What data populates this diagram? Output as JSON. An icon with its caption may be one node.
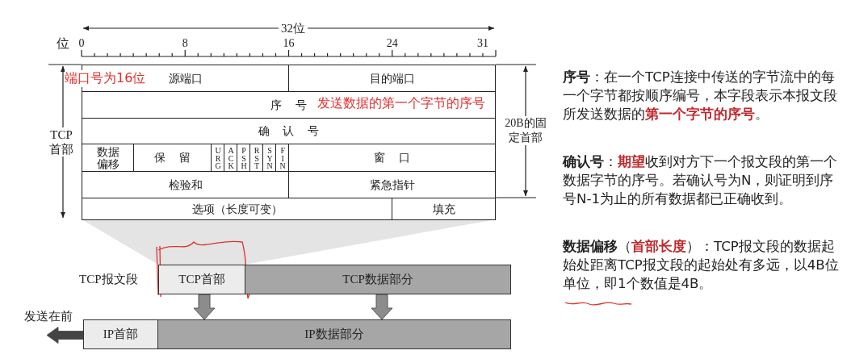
{
  "diagram": {
    "nodes": [
      {
        "text": [
          "源端口"
        ]
      },
      {
        "text": [
          "目的端口"
        ]
      },
      {
        "text": [
          "序号"
        ]
      },
      {
        "text": [
          "确认号"
        ]
      },
      {
        "text": [
          "数据偏移"
        ]
      },
      {
        "text": [
          "保留"
        ]
      },
      {
        "text": [
          "URG"
        ]
      },
      {
        "text": [
          "ACK"
        ]
      },
      {
        "text": [
          "PSH"
        ]
      },
      {
        "text": [
          "RST"
        ]
      },
      {
        "text": [
          "SYN"
        ]
      },
      {
        "text": [
          "FIN"
        ]
      },
      {
        "text": [
          "窗口"
        ]
      },
      {
        "text": [
          "检验和"
        ]
      },
      {
        "text": [
          "紧急指针"
        ]
      },
      {
        "text": [
          "选项（长度可变）"
        ]
      },
      {
        "text": [
          "填充"
        ]
      },
      {
        "text": [
          "TCP首部"
        ]
      },
      {
        "text": [
          "TCP数据部分"
        ]
      },
      {
        "text": [
          "IP首部"
        ]
      },
      {
        "text": [
          "IP数据部分"
        ]
      }
    ],
    "edges": [
      {
        "from": 17,
        "to": 20,
        "arrow": "to",
        "style": "thick"
      },
      {
        "from": 18,
        "to": 20,
        "arrow": "to",
        "style": "thick"
      },
      {
        "from": 19,
        "to": null,
        "arrow": "to",
        "style": "thick",
        "color": "#444444",
        "label": "发送在前"
      }
    ],
    "labels": [
      "32位",
      "位",
      "0",
      "8",
      "16",
      "24",
      "31",
      "TCP首部",
      "20B的固定首部",
      "端口号为16位",
      "发送数据的第一个字节的序号",
      "TCP报文段",
      "**序号**：在一个TCP连接中传送的字节流中的每一个字节都按顺序编号，本字段表示本报文段所发送数据的**第一个字节的序号**。",
      "**确认号**：**期望**收到对方下一个报文段的第一个数据字节的序号。若确认号为N，则证明到序号N-1为止的所有数据都已正确收到。",
      "**数据偏移**（**首部长度**）：TCP报文段的数据起始处距离TCP报文段的起始处有多远，以4B位单位，即1个数值是4B。"
    ]
  }
}
